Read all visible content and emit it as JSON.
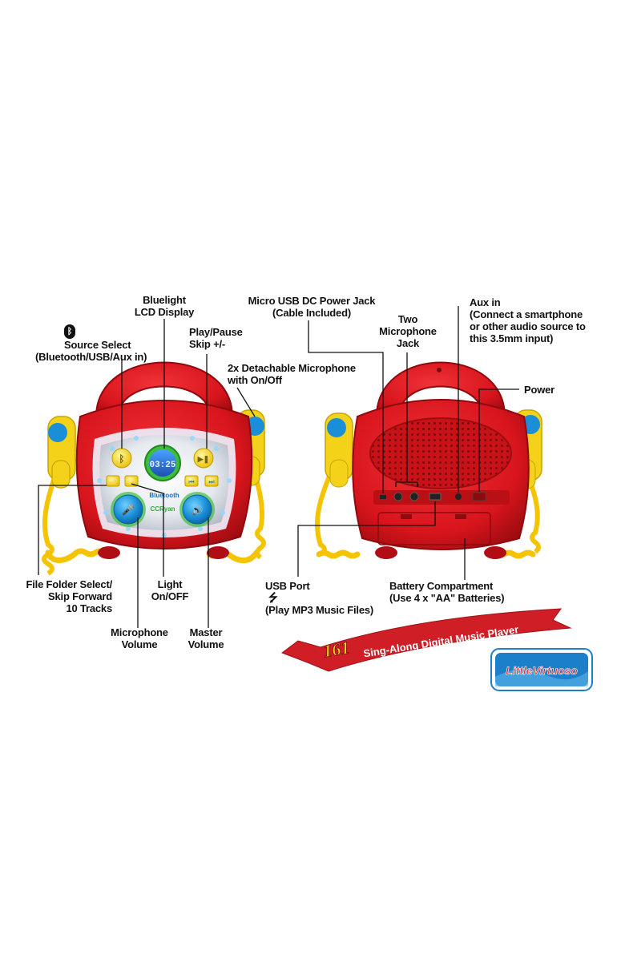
{
  "callouts": {
    "bluelight": [
      "Bluelight",
      "LCD Display"
    ],
    "source_select_line1": "Source Select",
    "source_select_line2": "(Bluetooth/USB/Aux in)",
    "play_pause": [
      "Play/Pause",
      "Skip +/-"
    ],
    "detachable_mic": [
      "2x Detachable Microphone",
      "with On/Off"
    ],
    "file_folder": [
      "File Folder Select/",
      "Skip Forward",
      "10 Tracks"
    ],
    "light": [
      "Light",
      "On/OFF"
    ],
    "mic_volume": [
      "Microphone",
      "Volume"
    ],
    "master_volume": [
      "Master",
      "Volume"
    ],
    "micro_usb": [
      "Micro USB DC Power Jack",
      "(Cable Included)"
    ],
    "two_mic_jack": [
      "Two",
      "Microphone",
      "Jack"
    ],
    "aux_in": [
      "Aux in",
      "(Connect a smartphone",
      "or other audio source to",
      "this 3.5mm input)"
    ],
    "power": "Power",
    "usb_port_line1": "USB Port",
    "usb_port_line2": "(Play MP3 Music Files)",
    "battery": [
      "Battery Compartment",
      "(Use 4 x \"AA\" Batteries)"
    ]
  },
  "device": {
    "lcd_text": "03:25",
    "face_label_bluetooth": "Bluetooth",
    "face_label_brand": "CCRyan"
  },
  "banner": {
    "number": "161",
    "text": "Sing-Along Digital Music Player"
  },
  "logo": {
    "text": "LittleVirtuoso"
  },
  "colors": {
    "body_red": "#d8141c",
    "body_dark_red": "#a80d12",
    "mic_yellow": "#f5d21a",
    "knob_blue": "#1a8fd8",
    "panel_silver": "#dfe3e8",
    "lcd_blue": "#2b6fd1",
    "banner_red": "#d01e26",
    "logo_blue": "#1c7fc9"
  },
  "icons": {
    "bluetooth": "bluetooth-icon",
    "usb": "usb-icon"
  }
}
